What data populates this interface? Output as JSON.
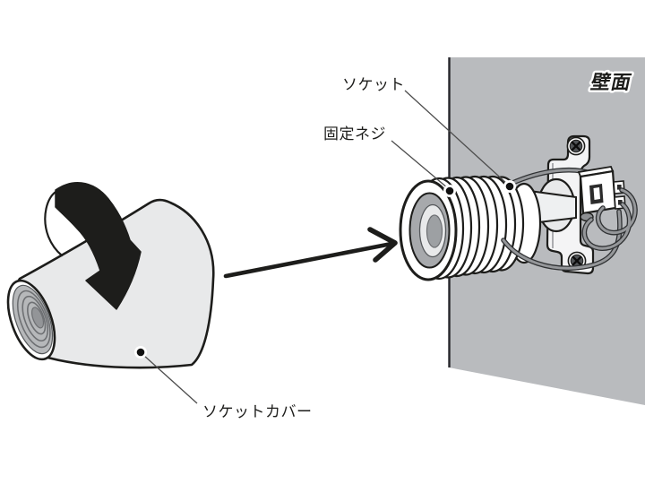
{
  "labels": {
    "socket": "ソケット",
    "fixing_screw": "固定ネジ",
    "wall": "壁面",
    "socket_cover": "ソケットカバー"
  },
  "colors": {
    "background": "#ffffff",
    "outline": "#1d1d1b",
    "wall_fill": "#b9bbbe",
    "cover_fill": "#e8e9ea",
    "metal_fill": "#f4f4f5",
    "socket_opening_fill": "#a7a9ac",
    "thread_end_fill": "#b6b8ba",
    "wire_fill": "#95979a",
    "leader_line": "#4d4d4d"
  }
}
